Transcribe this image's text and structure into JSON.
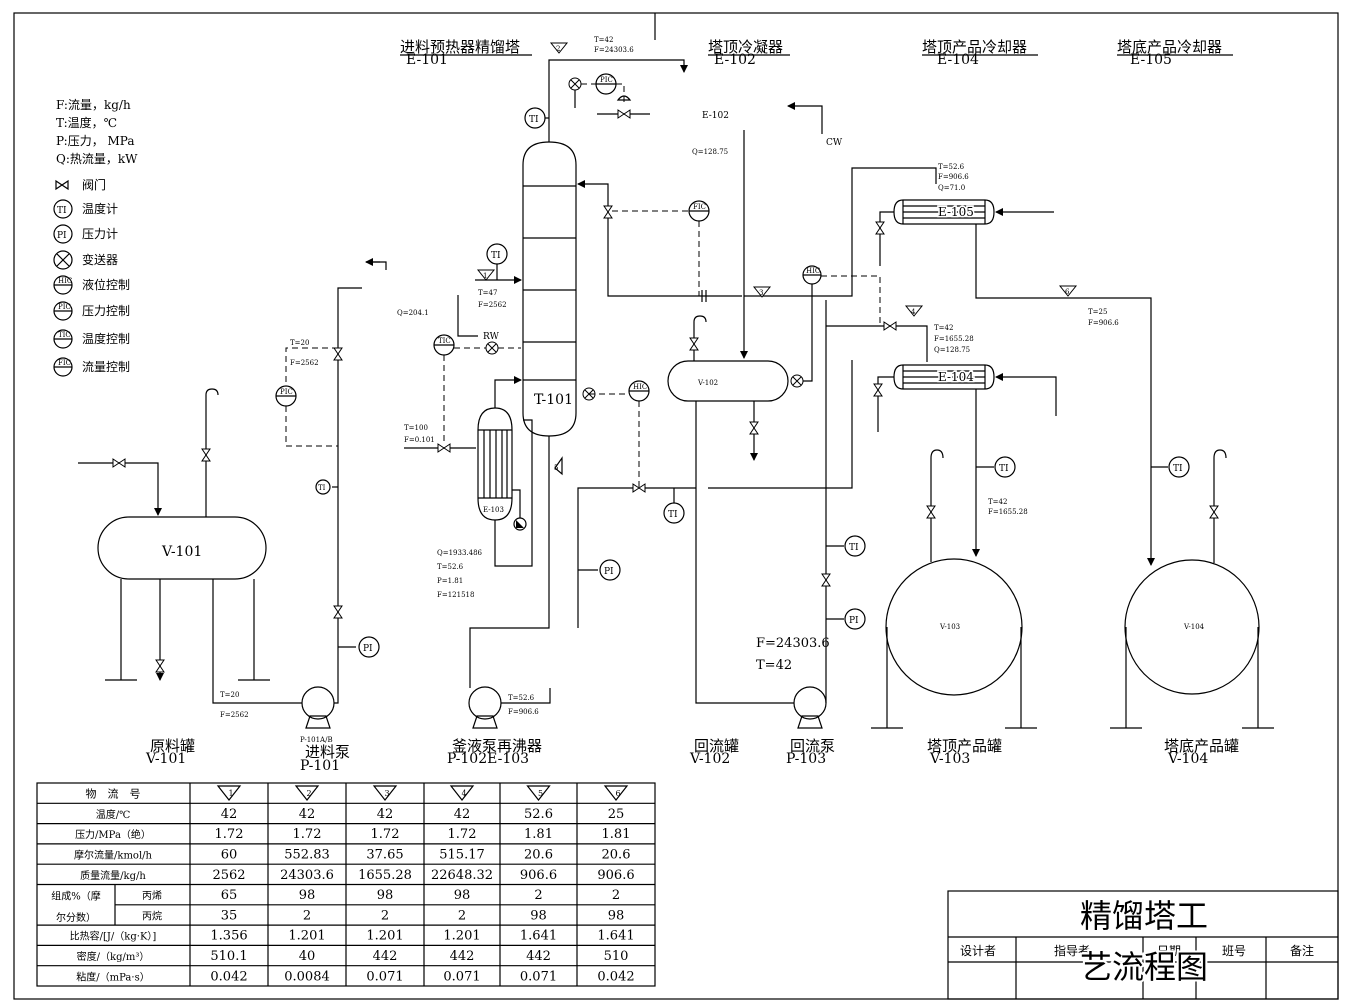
{
  "headers": {
    "h1": "进料预热器精馏塔",
    "h1c": "E-101",
    "h2": "塔顶冷凝器",
    "h2c": "E-102",
    "h3": "塔顶产品冷却器",
    "h3c": "E-104",
    "h4": "塔底产品冷却器",
    "h4c": "E-105"
  },
  "legend": {
    "f": "F:流量，kg/h",
    "t": "T:温度，℃",
    "p": "P:压力， MPa",
    "q": "Q:热流量，kW",
    "valve": "阀门",
    "ti": "温度计",
    "pi": "压力计",
    "transmitter": "变送器",
    "hic": "液位控制",
    "pic": "压力控制",
    "tic": "温度控制",
    "fic": "流量控制"
  },
  "inst": {
    "TI": "TI",
    "PI": "PI",
    "PIC": "PIC",
    "HIC": "HIC",
    "TIC": "TIC",
    "FIC": "FIC"
  },
  "eq": {
    "v101": "V-101",
    "v102": "V-102",
    "v103": "V-103",
    "v104": "V-104",
    "t101": "T-101",
    "e102": "E-102",
    "e103": "E-103",
    "e104": "E-104",
    "e105": "E-105",
    "cw": "CW",
    "rw": "RW",
    "p101ab": "P-101A/B"
  },
  "labels": {
    "l1": "原料罐",
    "l1c": "V-101",
    "l2": "进料泵",
    "l2c": "P-101",
    "l3": "釜液泵再沸器",
    "l3c": "P-102E-103",
    "l4": "回流罐",
    "l4c": "V-102",
    "l5": "回流泵",
    "l5c": "P-103",
    "l6": "塔顶产品罐",
    "l6c": "V-103",
    "l7": "塔底产品罐",
    "l7c": "V-104"
  },
  "cond": {
    "top1": "T=42",
    "top2": "F=24303.6",
    "e102q": "Q=128.75",
    "e105a": "T=52.6",
    "e105b": "F=906.6",
    "e105c": "Q=71.0",
    "s6a": "T=25",
    "s6b": "F=906.6",
    "e104a": "T=42",
    "e104b": "F=1655.28",
    "e104c": "Q=128.75",
    "v103a": "T=42",
    "v103b": "F=1655.28",
    "fd1": "T=47",
    "fd2": "F=2562",
    "q204": "Q=204.1",
    "st1": "T=100",
    "st2": "F=0.101",
    "reb1": "Q=1933.486",
    "reb2": "T=52.6",
    "reb3": "P=1.81",
    "reb4": "F=121518",
    "pic1": "T=20",
    "pic2": "F=2562",
    "p101a": "T=20",
    "p101b": "F=2562",
    "p102a": "T=52.6",
    "p102b": "F=906.6",
    "refl1": "F=24303.6",
    "refl2": "T=42"
  },
  "table": {
    "hdr": "物　流　号",
    "streams": [
      "1",
      "2",
      "3",
      "4",
      "5",
      "6"
    ],
    "rows": [
      {
        "label": "温度/℃",
        "values": [
          "42",
          "42",
          "42",
          "42",
          "52.6",
          "25"
        ]
      },
      {
        "label": "压力/MPa（绝）",
        "values": [
          "1.72",
          "1.72",
          "1.72",
          "1.72",
          "1.81",
          "1.81"
        ]
      },
      {
        "label": "摩尔流量/kmol/h",
        "values": [
          "60",
          "552.83",
          "37.65",
          "515.17",
          "20.6",
          "20.6"
        ]
      },
      {
        "label": "质量流量/kg/h",
        "values": [
          "2562",
          "24303.6",
          "1655.28",
          "22648.32",
          "906.6",
          "906.6"
        ]
      }
    ],
    "comp_label_1": "组成%（摩",
    "comp_label_2": "尔分数）",
    "comp_rows": [
      {
        "label": "丙烯",
        "values": [
          "65",
          "98",
          "98",
          "98",
          "2",
          "2"
        ]
      },
      {
        "label": "丙烷",
        "values": [
          "35",
          "2",
          "2",
          "2",
          "98",
          "98"
        ]
      }
    ],
    "rows2": [
      {
        "label": "比热容/[J/（kg·K）]",
        "values": [
          "1.356",
          "1.201",
          "1.201",
          "1.201",
          "1.641",
          "1.641"
        ]
      },
      {
        "label": "密度/（kg/m³）",
        "values": [
          "510.1",
          "40",
          "442",
          "442",
          "442",
          "510"
        ]
      },
      {
        "label": "粘度/（mPa·s）",
        "values": [
          "0.042",
          "0.0084",
          "0.071",
          "0.071",
          "0.071",
          "0.042"
        ]
      }
    ]
  },
  "titleblock": {
    "title1": "精馏塔工",
    "title2": "艺流程图",
    "designer": "设计者",
    "instructor": "指导者",
    "date": "日期",
    "class": "班号",
    "note": "备注"
  }
}
